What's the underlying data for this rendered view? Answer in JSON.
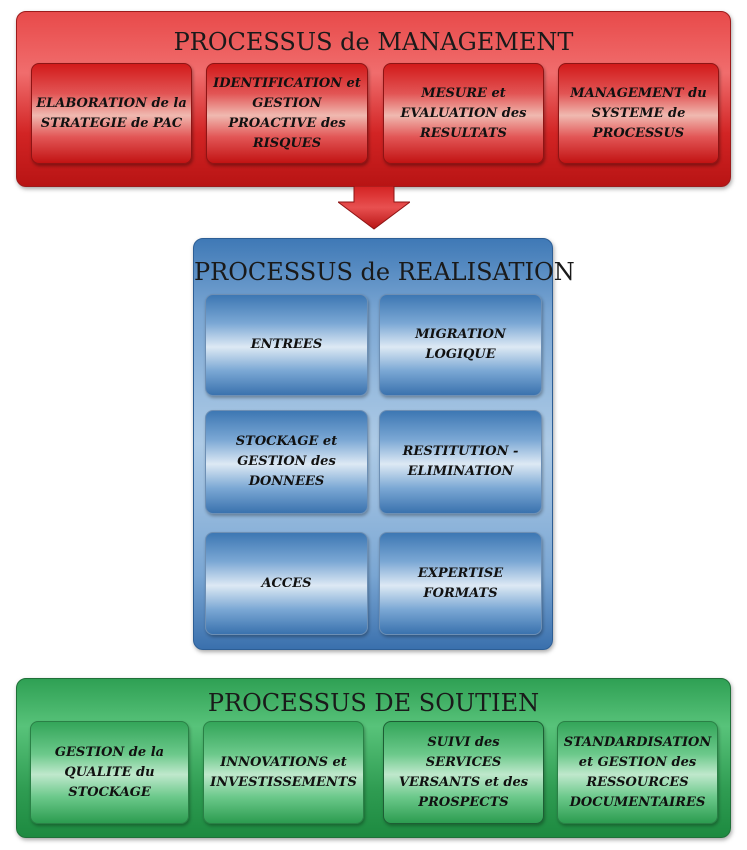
{
  "management": {
    "title": "PROCESSUS de MANAGEMENT",
    "color": "#d22424",
    "items": [
      [
        "ELABORATION de la",
        "STRATEGIE de PAC"
      ],
      [
        "IDENTIFICATION et",
        "GESTION",
        "PROACTIVE des",
        "RISQUES"
      ],
      [
        "MESURE et",
        "EVALUATION des",
        "RESULTATS"
      ],
      [
        "MANAGEMENT du",
        "SYSTEME de",
        "PROCESSUS"
      ]
    ]
  },
  "realisation": {
    "title": "PROCESSUS de REALISATION",
    "color": "#3f79b6",
    "items": [
      [
        "ENTREES"
      ],
      [
        "MIGRATION",
        "LOGIQUE"
      ],
      [
        "STOCKAGE et",
        "GESTION des",
        "DONNEES"
      ],
      [
        "RESTITUTION -",
        "ELIMINATION"
      ],
      [
        "ACCES"
      ],
      [
        "EXPERTISE",
        "FORMATS"
      ]
    ]
  },
  "soutien": {
    "title": "PROCESSUS DE SOUTIEN",
    "color": "#2f9c52",
    "items": [
      [
        "GESTION de la",
        "QUALITE du",
        "STOCKAGE"
      ],
      [
        "INNOVATIONS et",
        "INVESTISSEMENTS"
      ],
      [
        "SUIVI des SERVICES",
        "VERSANTS et des",
        "PROSPECTS"
      ],
      [
        "STANDARDISATION",
        "et GESTION des",
        "RESSOURCES",
        "DOCUMENTAIRES"
      ]
    ]
  }
}
